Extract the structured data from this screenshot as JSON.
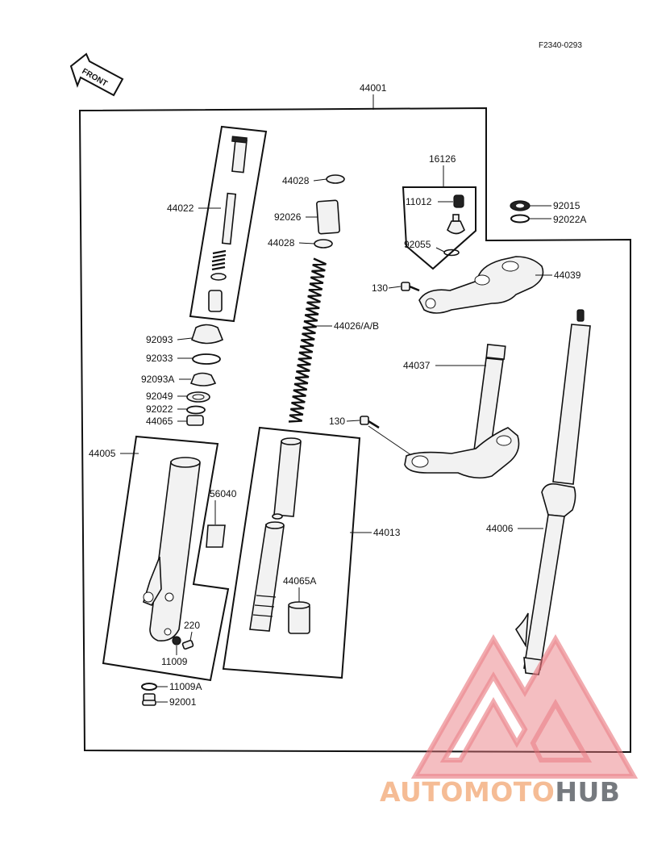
{
  "reference_code": "F2340-0293",
  "direction_arrow": {
    "label": "FRONT"
  },
  "assembly": {
    "label": "44001"
  },
  "part_labels": {
    "p44022": "44022",
    "p44028_top": "44028",
    "p92026": "92026",
    "p44028_bottom": "44028",
    "p16126": "16126",
    "p11012": "11012",
    "p92055": "92055",
    "p92015": "92015",
    "p92022A": "92022A",
    "p44039": "44039",
    "p130_upper": "130",
    "p92093": "92093",
    "p44026": "44026/A/B",
    "p92033": "92033",
    "p44037": "44037",
    "p92093A": "92093A",
    "p92049": "92049",
    "p92022": "92022",
    "p44065": "44065",
    "p130_lower": "130",
    "p44005": "44005",
    "p56040": "56040",
    "p44013": "44013",
    "p44006": "44006",
    "p44065A": "44065A",
    "p220": "220",
    "p11009": "11009",
    "p11009A": "11009A",
    "p92001": "92001"
  },
  "watermark": {
    "part1": "AUTOMOTO",
    "part2": "HUB",
    "color_orange": "#f4b183",
    "color_red": "#e8747a",
    "color_gray": "#5f6369"
  }
}
